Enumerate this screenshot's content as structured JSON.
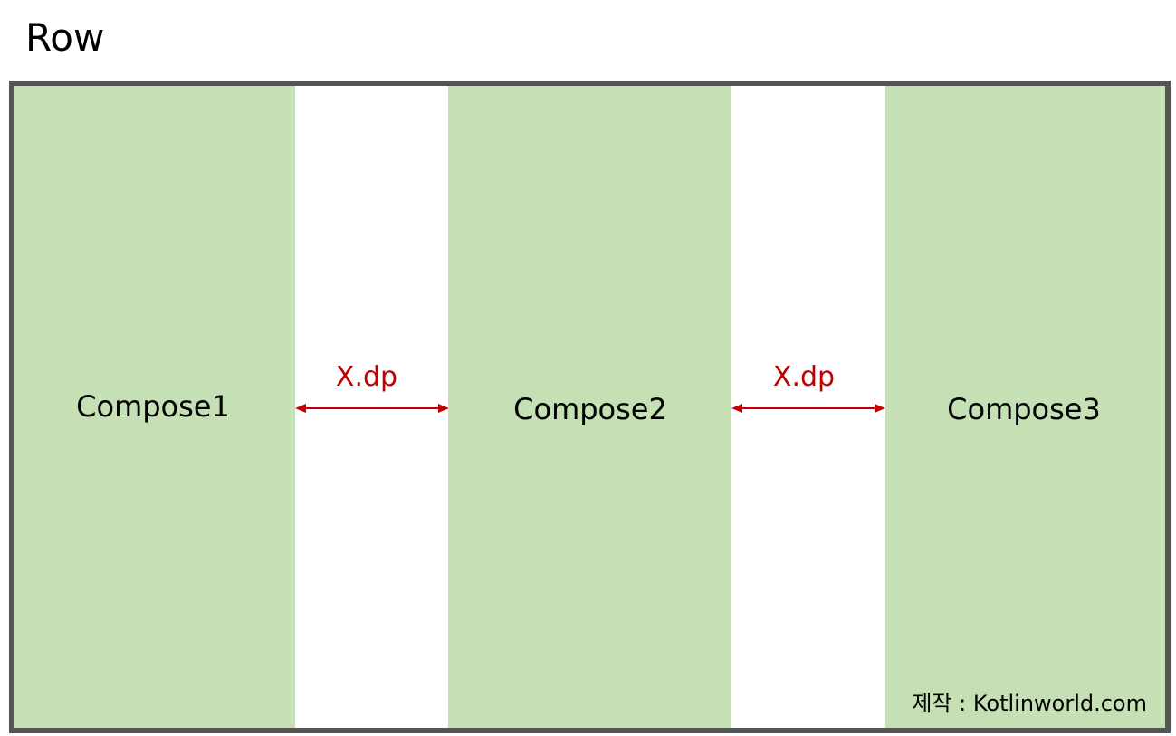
{
  "title": "Row",
  "children": [
    {
      "label": "Compose1"
    },
    {
      "label": "Compose2"
    },
    {
      "label": "Compose3"
    }
  ],
  "spacings": [
    {
      "label": "X.dp"
    },
    {
      "label": "X.dp"
    }
  ],
  "credit": "제작 : Kotlinworld.com",
  "colors": {
    "compose_fill": "#c5e0b4",
    "frame_border": "#555555",
    "spacing": "#c00000"
  }
}
